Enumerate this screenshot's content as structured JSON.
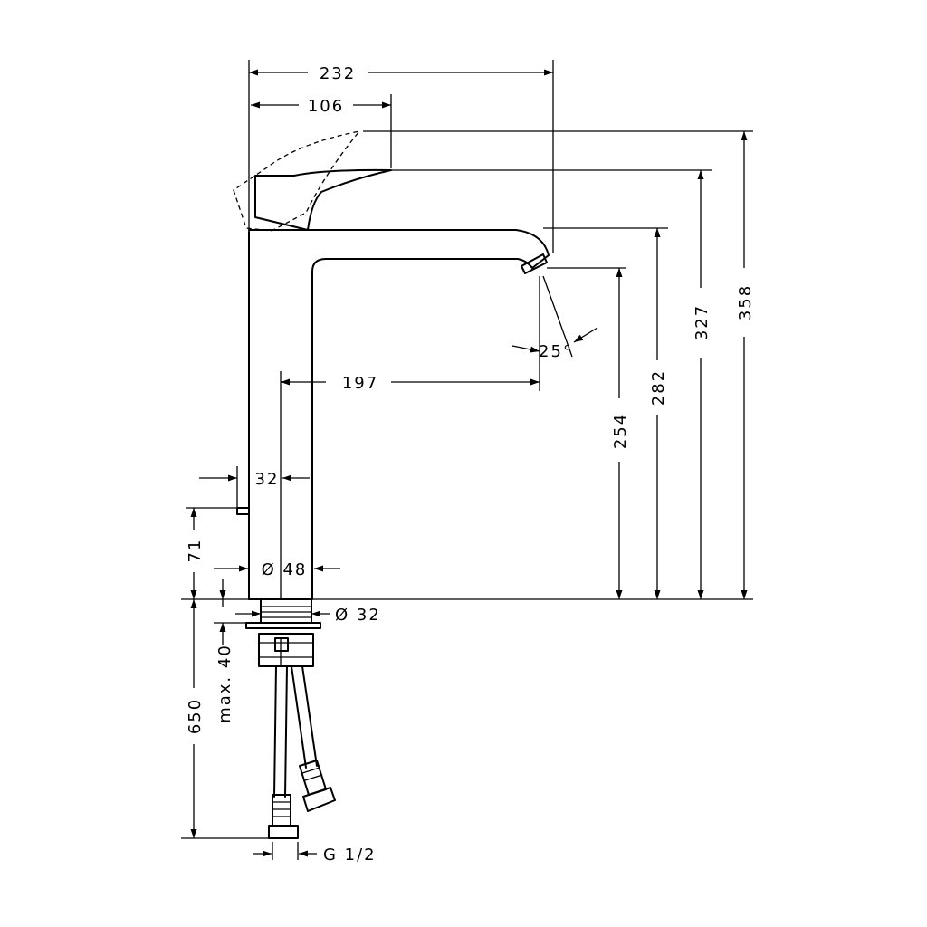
{
  "dimensions": {
    "width_total": "232",
    "handle_reach": "106",
    "spout_reach": "197",
    "spout_angle": "25°",
    "offset": "32",
    "lever_height": "71",
    "body_diameter": "Ø 48",
    "base_diameter": "Ø 32",
    "mount_depth": "max. 40",
    "hose_length": "650",
    "thread": "G 1/2",
    "outlet_height": "254",
    "spout_height": "282",
    "lever_top_height": "327",
    "max_height": "358"
  }
}
